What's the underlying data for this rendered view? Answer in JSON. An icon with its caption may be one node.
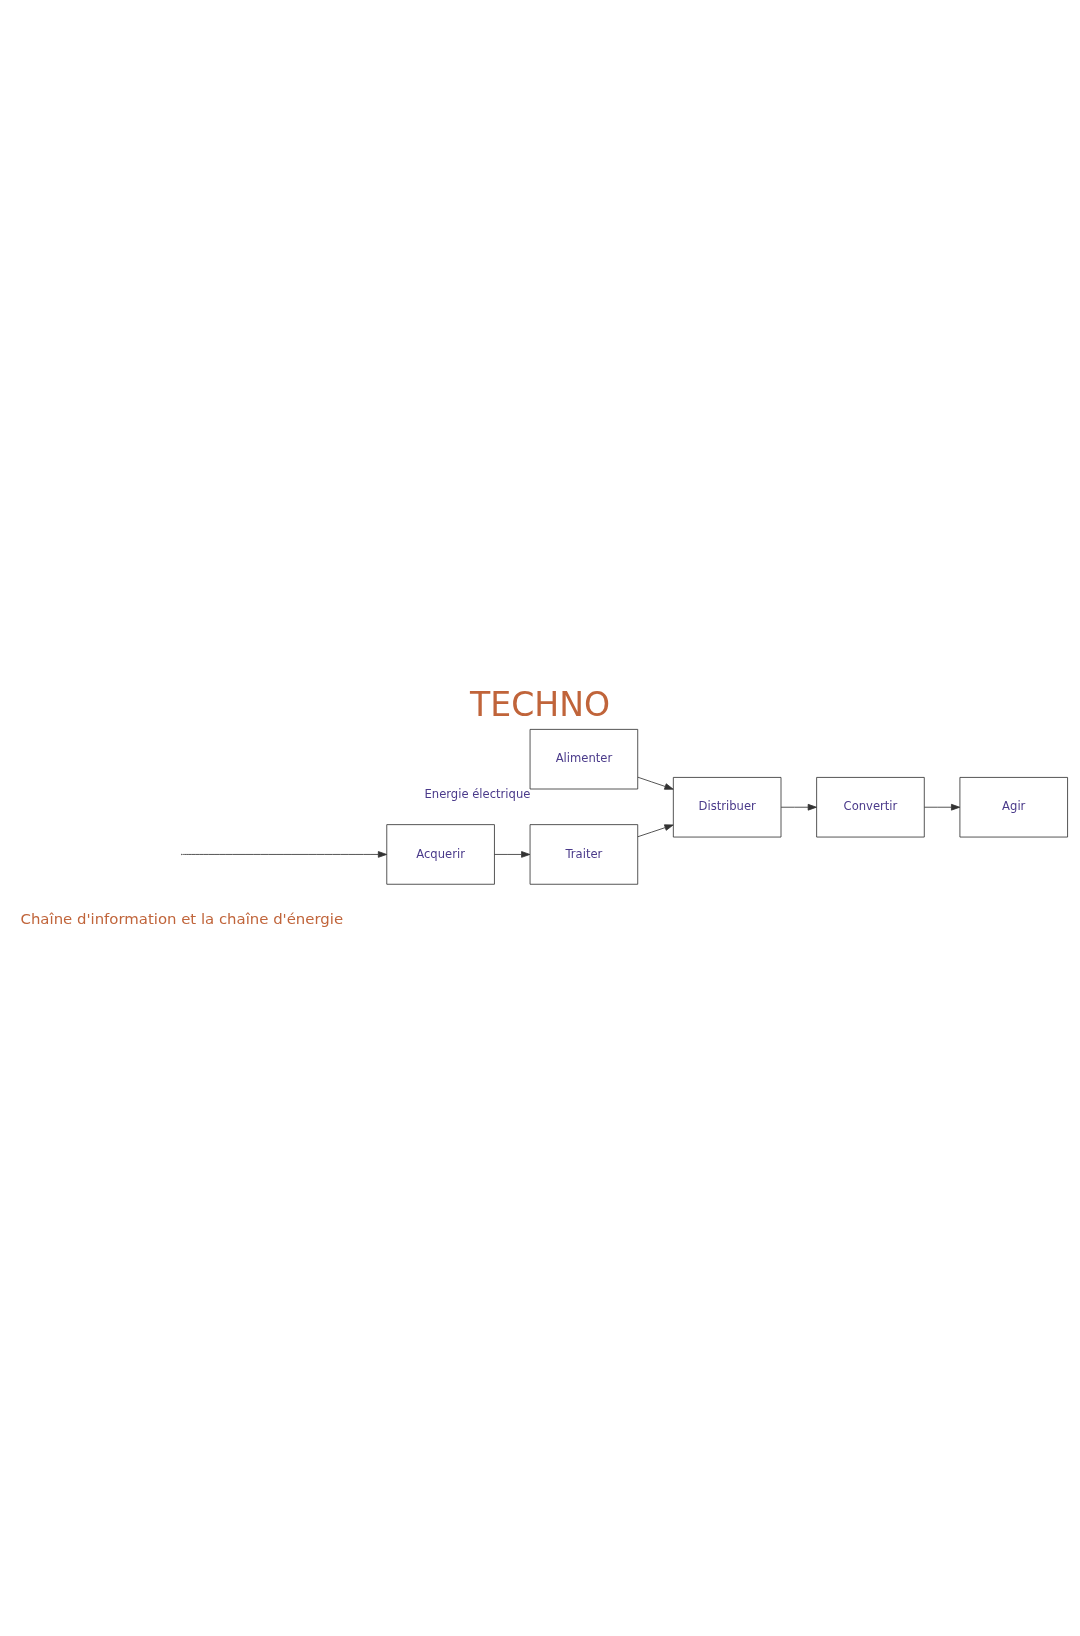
{
  "diagram": {
    "title": "TECHNO",
    "nodes": [
      {
        "text": [
          "Acquerir"
        ]
      },
      {
        "text": [
          "Traiter"
        ]
      },
      {
        "text": [
          "Alimenter"
        ],
        "beside": [
          "Energie électrique"
        ]
      },
      {
        "text": [
          "Distribuer"
        ]
      },
      {
        "text": [
          "Convertir"
        ]
      },
      {
        "text": [
          "Agir"
        ]
      }
    ],
    "edges": [
      {
        "from": null,
        "to": 0,
        "arrow": "to"
      },
      {
        "from": 0,
        "to": 1,
        "arrow": "to"
      },
      {
        "from": 1,
        "to": 3,
        "arrow": "to"
      },
      {
        "from": 2,
        "to": 3,
        "arrow": "to"
      },
      {
        "from": 3,
        "to": 4,
        "arrow": "to"
      },
      {
        "from": 4,
        "to": 5,
        "arrow": "to"
      }
    ],
    "labels": [
      "Chaîne d'information et la chaîne d'énergie"
    ]
  }
}
